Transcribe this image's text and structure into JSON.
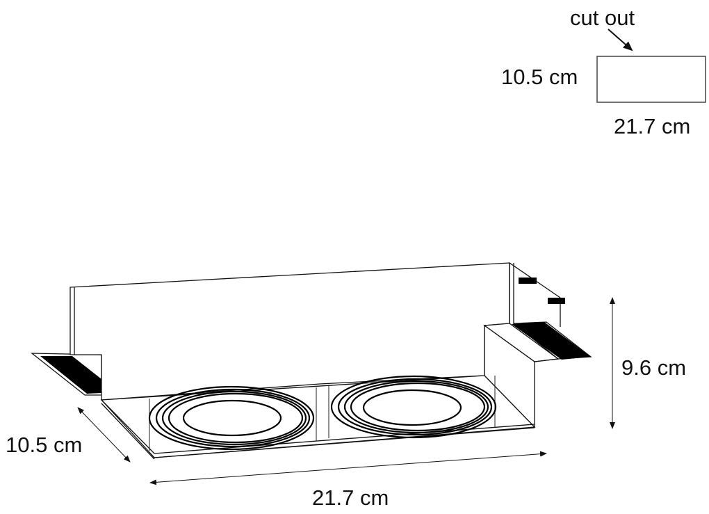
{
  "cutout": {
    "label": "cut out",
    "height_label": "10.5 cm",
    "width_label": "21.7 cm"
  },
  "fixture": {
    "depth_label": "10.5 cm",
    "length_label": "21.7 cm",
    "height_label": "9.6 cm",
    "lamp_count": 2
  },
  "colors": {
    "line": "#111111",
    "fill": "#ffffff",
    "accent_black": "#000000"
  }
}
